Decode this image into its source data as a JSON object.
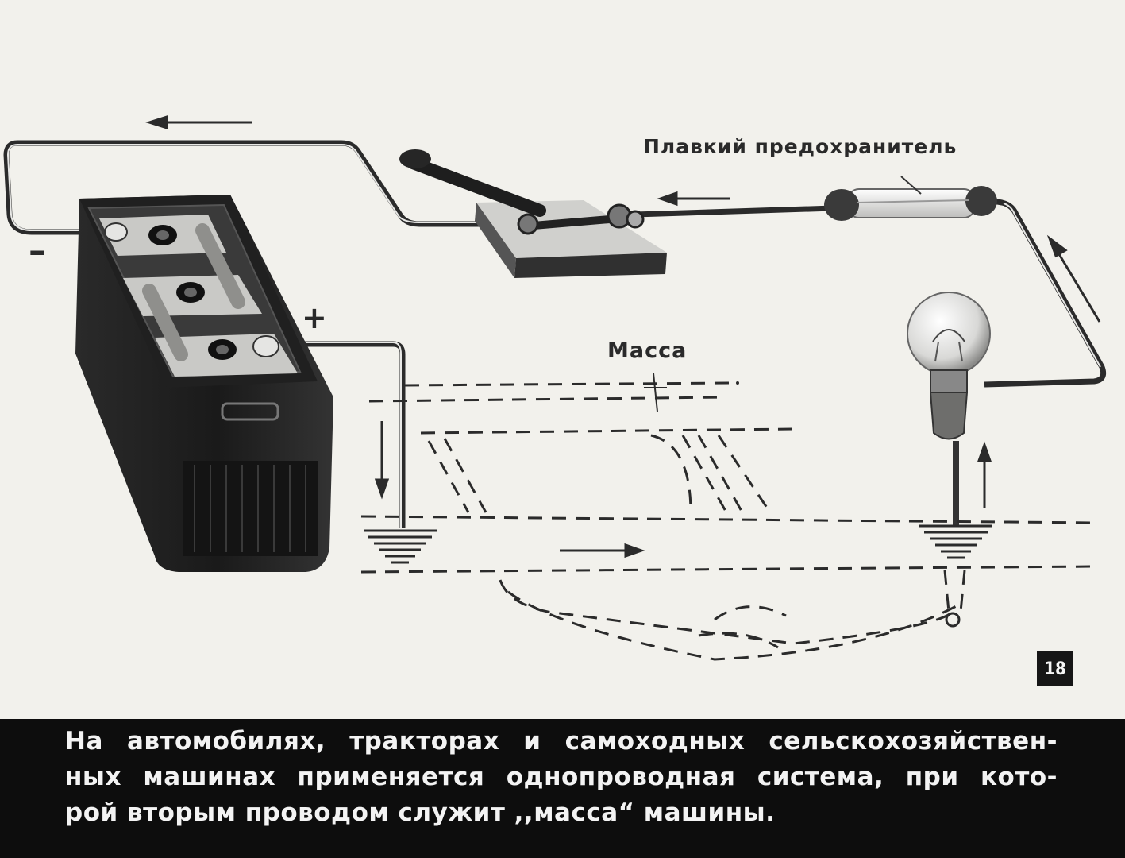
{
  "labels": {
    "fuse": "Плавкий предохранитель",
    "mass": "Масса",
    "minus": "–",
    "plus": "+"
  },
  "page_number": "18",
  "caption": {
    "line1": "На автомобилях, тракторах и самоходных сельскохозяйствен-",
    "line2": "ных машинах применяется однопроводная система, при кото-",
    "line3": "рой вторым проводом служит ,,масса“ машины."
  },
  "colors": {
    "background": "#f2f1ec",
    "caption_bar": "#0d0d0d",
    "wire": "#2b2b2b"
  }
}
